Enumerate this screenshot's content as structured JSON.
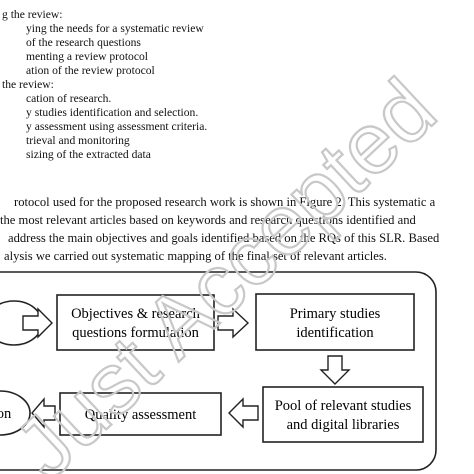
{
  "list": {
    "items": [
      "g the review:",
      "ying the needs for a systematic review",
      "of the research questions",
      "menting a review protocol",
      "ation of the review protocol",
      "the review:",
      "cation of research.",
      "y studies identification and selection.",
      "y assessment using assessment criteria.",
      "trieval and monitoring",
      "sizing of the extracted data"
    ]
  },
  "paragraph": {
    "lines": [
      "rotocol used for the proposed research work is shown in Figure 2. This systematic a",
      "the most relevant articles based on keywords and research questions identified and",
      "address the main objectives and goals identified based on the RQs of this SLR. Based",
      "alysis we carried out systematic mapping of the final set of relevant articles."
    ]
  },
  "diagram": {
    "box_objectives": [
      "Objectives & research",
      "questions formulation"
    ],
    "box_primary": [
      "Primary studies",
      "identification"
    ],
    "box_pool": [
      "Pool of relevant studies",
      "and digital libraries"
    ],
    "box_quality": [
      "Quality assessment"
    ],
    "box_left_partial": [
      "on"
    ]
  },
  "watermark": {
    "text": "Just Accepted",
    "color": "#c8c8c8"
  }
}
